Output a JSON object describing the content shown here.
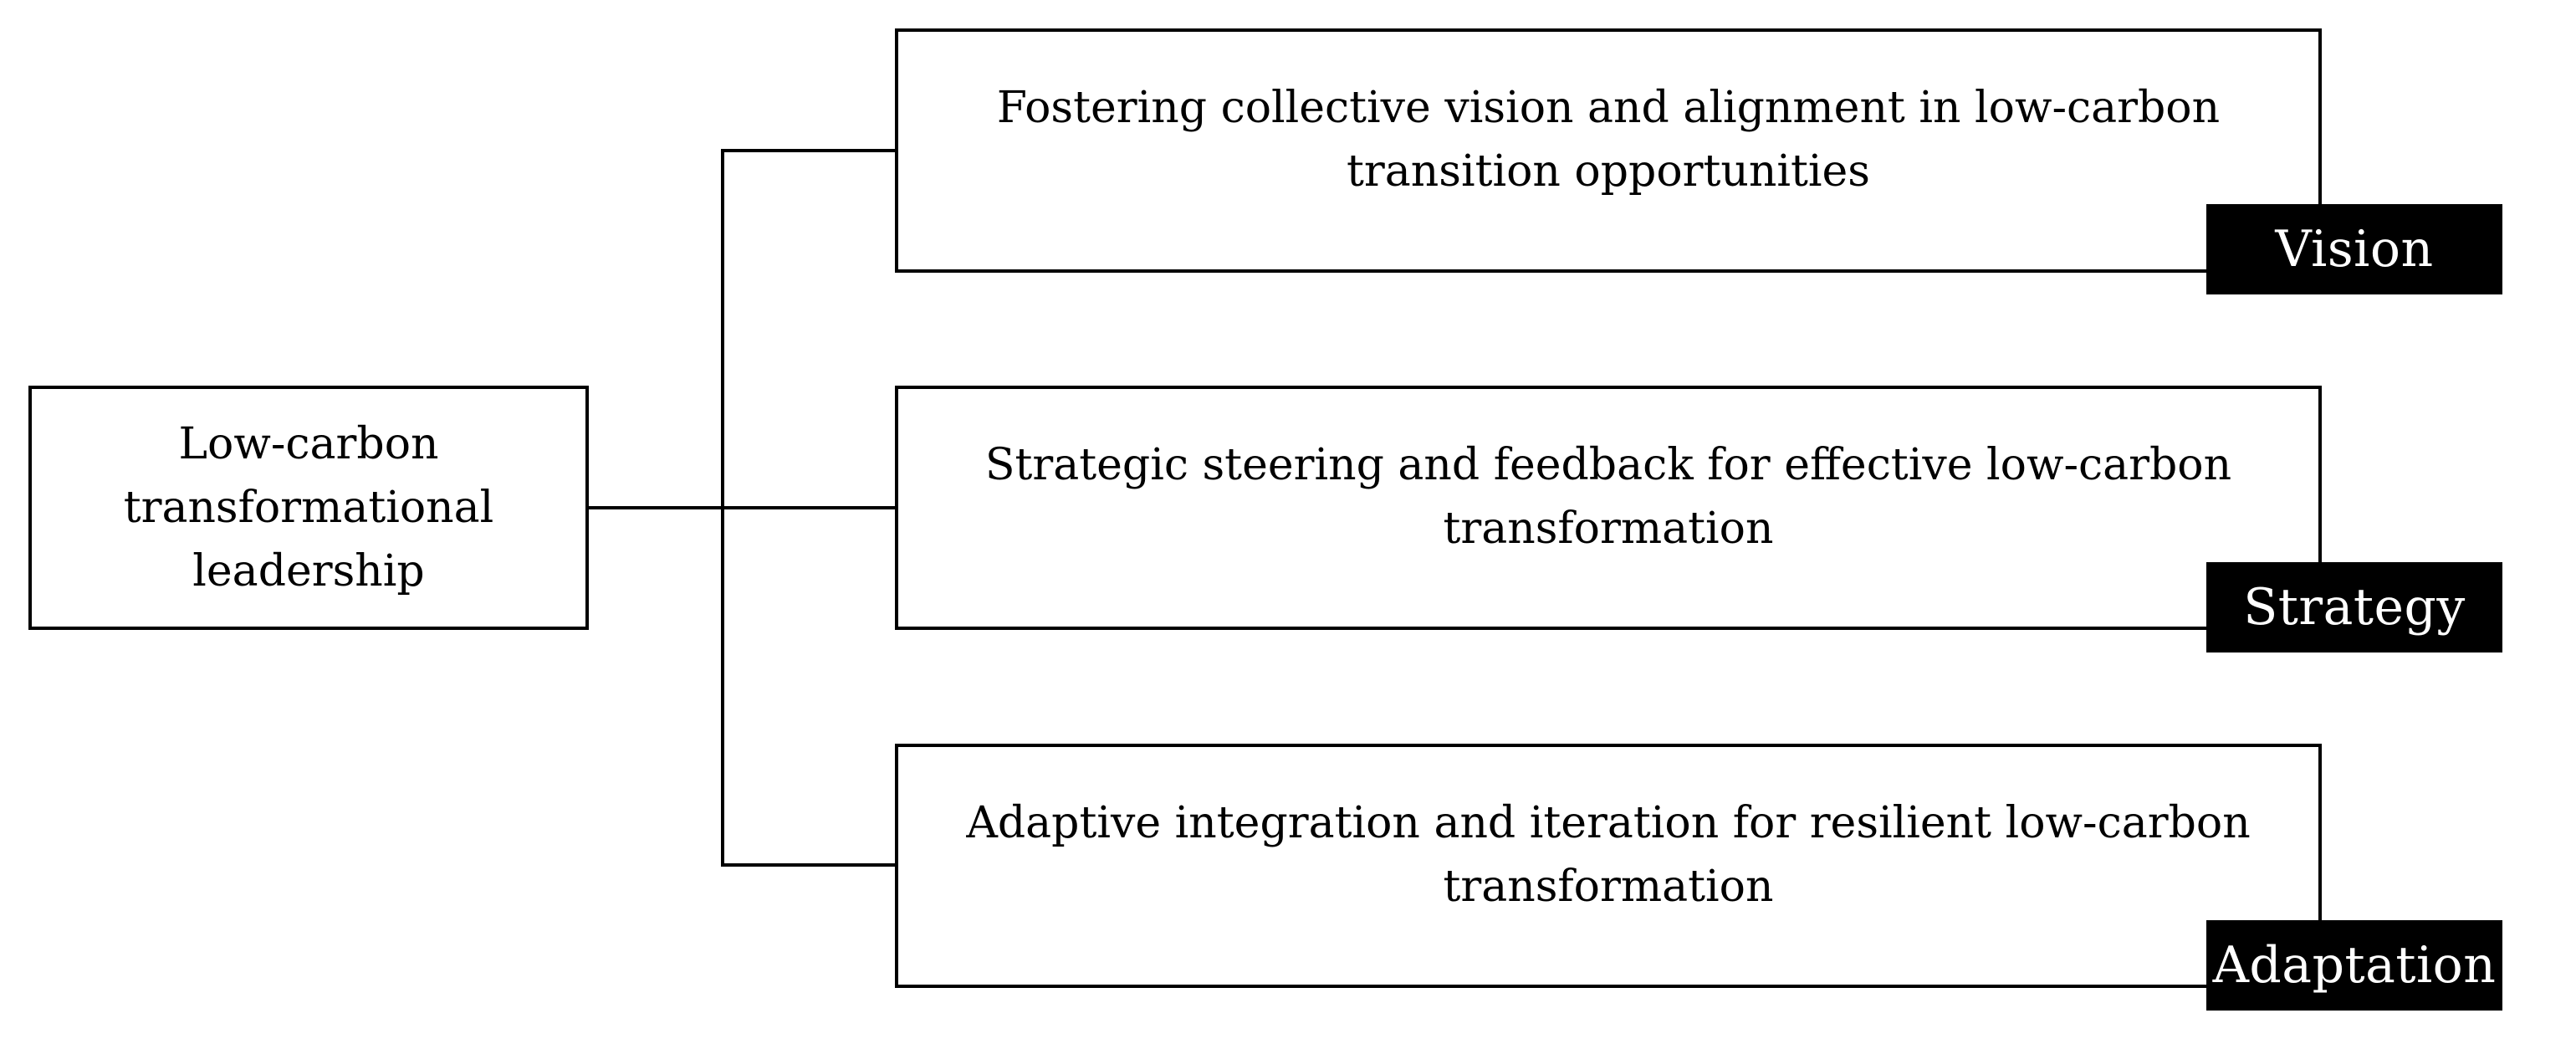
{
  "diagram": {
    "root": {
      "label": "Low-carbon transformational leadership"
    },
    "branches": [
      {
        "description": "Fostering collective vision and alignment in low-carbon transition opportunities",
        "tag": "Vision"
      },
      {
        "description": "Strategic steering and feedback for effective low-carbon transformation",
        "tag": "Strategy"
      },
      {
        "description": "Adaptive integration and iteration for resilient low-carbon transformation",
        "tag": "Adaptation"
      }
    ],
    "colors": {
      "line": "#000000",
      "tag_background": "#000000",
      "tag_text": "#ffffff",
      "box_background": "#ffffff"
    }
  }
}
